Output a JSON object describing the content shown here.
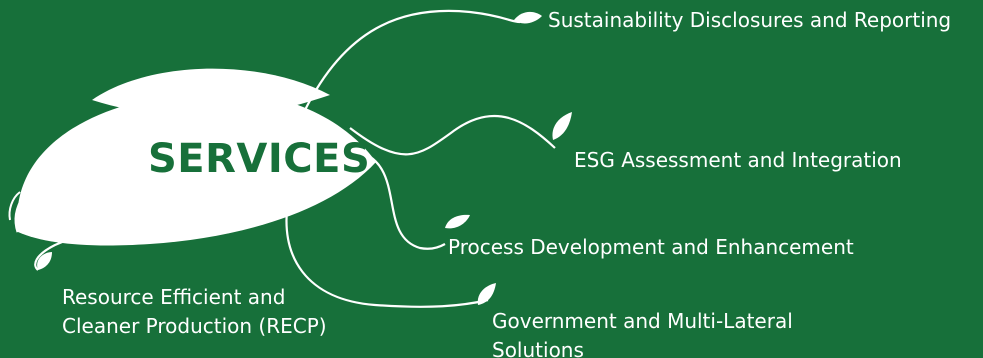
{
  "diagram": {
    "title": "SERVICES",
    "services": [
      {
        "label": "Sustainability Disclosures and Reporting"
      },
      {
        "label": "ESG Assessment and Integration"
      },
      {
        "label": "Process Development and Enhancement"
      },
      {
        "label": "Government and Multi-Lateral Solutions"
      },
      {
        "label": "Resource Efficient and Cleaner Production (RECP)"
      }
    ]
  },
  "colors": {
    "background": "#17703a",
    "leaf": "#ffffff",
    "title_text": "#17703a",
    "label_text": "#ffffff"
  },
  "icons": [
    "leaf-illustration",
    "leaf-icon"
  ]
}
